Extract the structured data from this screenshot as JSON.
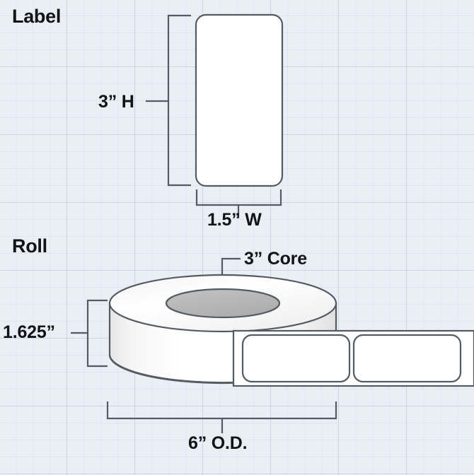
{
  "page": {
    "background_color": "#eaeff5",
    "grid_line_color": "#b0c0d2",
    "line_color": "#555b63",
    "label_fill": "#ffffff",
    "core_fill": "#b7b7b7",
    "text_color": "#111318"
  },
  "sections": {
    "label": {
      "heading": "Label",
      "height_dimension": "3” H",
      "width_dimension": "1.5” W"
    },
    "roll": {
      "heading": "Roll",
      "width_dimension": "1.625”",
      "core_dimension": "3” Core",
      "od_dimension": "6” O.D."
    }
  },
  "chart_data": {
    "type": "diagram",
    "title": "Label and Roll dimensional drawing",
    "items": [
      {
        "name": "Label",
        "measurements": [
          {
            "label": "3” H",
            "value": 3,
            "unit": "in",
            "axis": "height"
          },
          {
            "label": "1.5” W",
            "value": 1.5,
            "unit": "in",
            "axis": "width"
          }
        ]
      },
      {
        "name": "Roll",
        "measurements": [
          {
            "label": "1.625”",
            "value": 1.625,
            "unit": "in",
            "axis": "roll-width"
          },
          {
            "label": "3” Core",
            "value": 3,
            "unit": "in",
            "axis": "core-diameter"
          },
          {
            "label": "6” O.D.",
            "value": 6,
            "unit": "in",
            "axis": "outer-diameter"
          }
        ]
      }
    ]
  }
}
